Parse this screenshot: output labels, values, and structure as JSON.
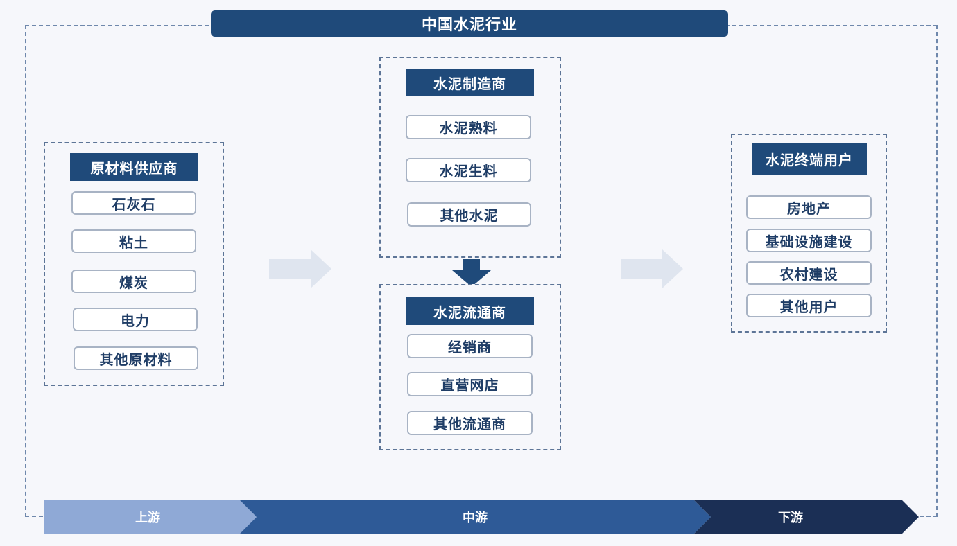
{
  "title": "中国水泥行业",
  "upstream": {
    "header": "原材料供应商",
    "items": [
      "石灰石",
      "粘土",
      "煤炭",
      "电力",
      "其他原材料"
    ]
  },
  "manufacturer": {
    "header": "水泥制造商",
    "items": [
      "水泥熟料",
      "水泥生料",
      "其他水泥"
    ]
  },
  "distributor": {
    "header": "水泥流通商",
    "items": [
      "经销商",
      "直营网店",
      "其他流通商"
    ]
  },
  "endusers": {
    "header": "水泥终端用户",
    "items": [
      "房地产",
      "基础设施建设",
      "农村建设",
      "其他用户"
    ]
  },
  "stages": [
    "上游",
    "中游",
    "下游"
  ],
  "colors": {
    "dark_blue": "#1f4a7a",
    "mid_blue": "#2e5a97",
    "light_blue": "#8fa9d6",
    "navy": "#1b2f55",
    "arrow_light": "#dfe5ef"
  }
}
